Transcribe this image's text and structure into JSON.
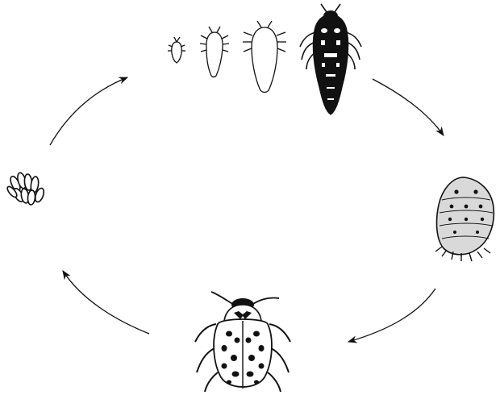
{
  "diagram": {
    "kind": "life-cycle",
    "stages": [
      {
        "id": "eggs",
        "icon": "egg-cluster-icon"
      },
      {
        "id": "larvae",
        "icon": "larva-growth-series-icon",
        "instars": 4
      },
      {
        "id": "pupa",
        "icon": "pupa-icon"
      },
      {
        "id": "adult",
        "icon": "ladybird-beetle-icon"
      }
    ],
    "cycle_direction": "clockwise",
    "arrows": [
      {
        "from": "eggs",
        "to": "larvae"
      },
      {
        "from": "larvae",
        "to": "pupa"
      },
      {
        "from": "pupa",
        "to": "adult"
      },
      {
        "from": "adult",
        "to": "eggs"
      }
    ],
    "colors": {
      "ink": "#111111",
      "paper": "#ffffff",
      "pupa_fill": "#d9d9d9"
    }
  }
}
